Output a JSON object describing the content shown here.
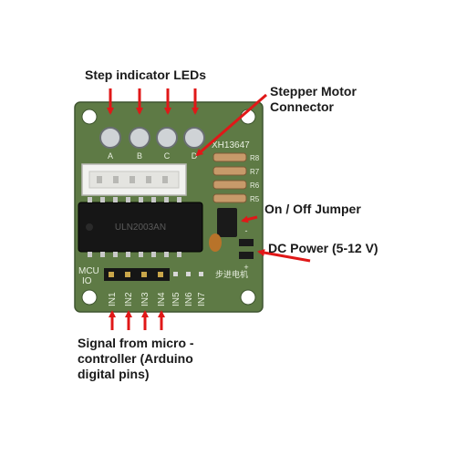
{
  "labels": {
    "step_leds": "Step indicator LEDs",
    "motor_connector_line1": "Stepper Motor",
    "motor_connector_line2": "Connector",
    "jumper": "On / Off Jumper",
    "dc_power": "DC Power (5-12 V)",
    "signal_line1": "Signal from micro -",
    "signal_line2": "controller (Arduino",
    "signal_line3": "digital pins)"
  },
  "board": {
    "led_letters": [
      "A",
      "B",
      "C",
      "D"
    ],
    "resistor_labels": [
      "R8",
      "R7",
      "R6",
      "R5"
    ],
    "part_number": "XH13647",
    "chip_text": "ULN2003AN",
    "mcu_io": [
      "MCU",
      "IO"
    ],
    "input_pins": [
      "IN1",
      "IN2",
      "IN3",
      "IN4",
      "IN5",
      "IN6",
      "IN7"
    ],
    "chinese_label": "步进电机",
    "power_pins": [
      "-",
      "+"
    ]
  },
  "colors": {
    "pcb": "#5e7a45",
    "arrow": "#e01818",
    "text": "#1a1a1a"
  }
}
